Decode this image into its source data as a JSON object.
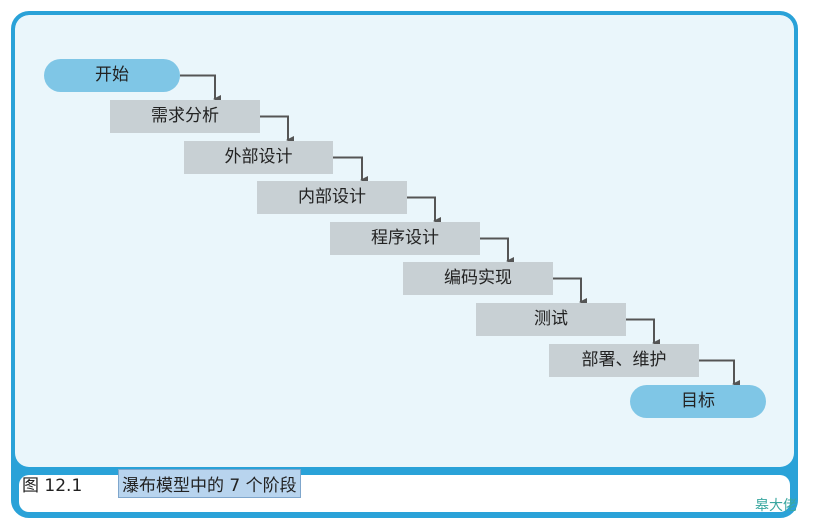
{
  "steps": [
    {
      "label": "开始",
      "shape": "pill"
    },
    {
      "label": "需求分析",
      "shape": "rect"
    },
    {
      "label": "外部设计",
      "shape": "rect"
    },
    {
      "label": "内部设计",
      "shape": "rect"
    },
    {
      "label": "程序设计",
      "shape": "rect"
    },
    {
      "label": "编码实现",
      "shape": "rect"
    },
    {
      "label": "测试",
      "shape": "rect"
    },
    {
      "label": "部署、维护",
      "shape": "rect"
    },
    {
      "label": "目标",
      "shape": "pill"
    }
  ],
  "caption": {
    "label": "图 12.1",
    "text": "瀑布模型中的 7 个阶段"
  },
  "watermark": "皋大佬",
  "colors": {
    "frame": "#2aa2d8",
    "panel": "#eaf6fb",
    "step_box": "#c8d0d4",
    "terminal_pill": "#7fc6e6",
    "arrow": "#555555"
  }
}
